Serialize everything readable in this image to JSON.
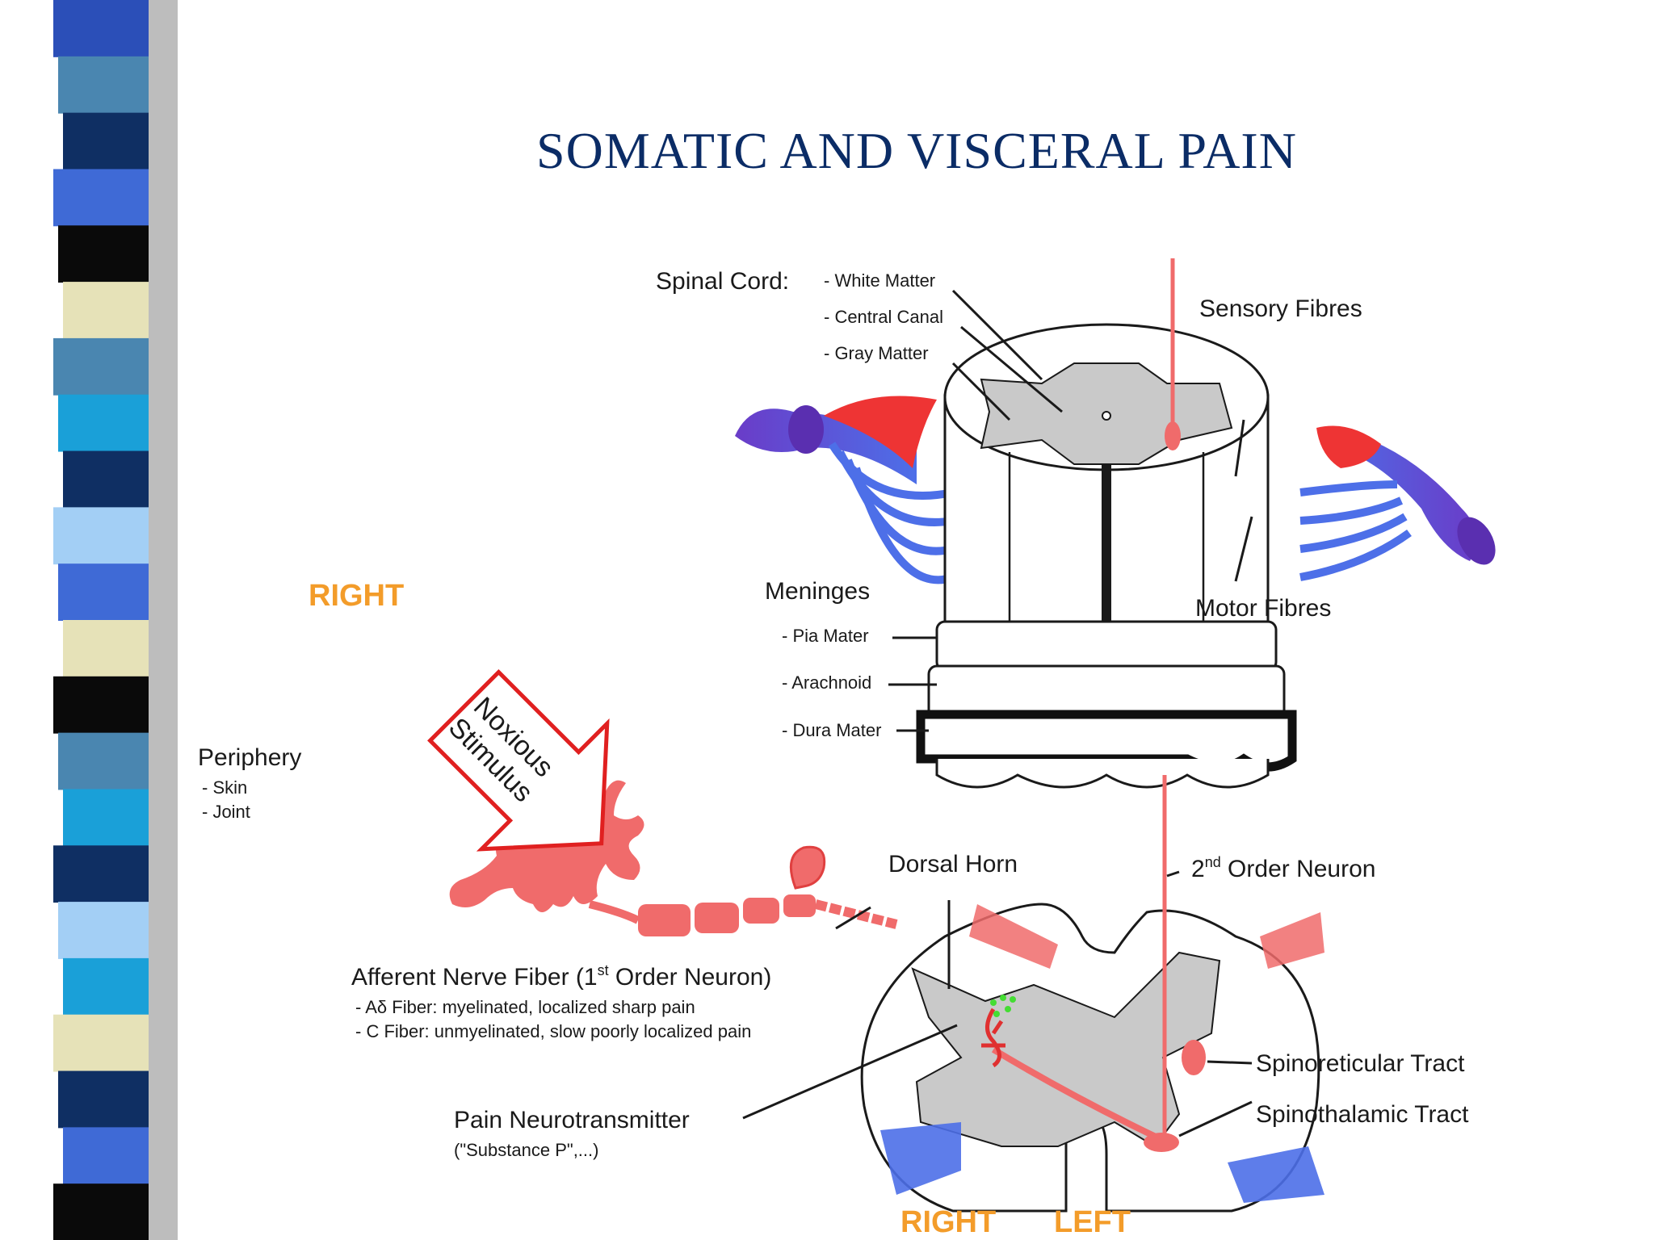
{
  "slide": {
    "title": "SOMATIC AND VISCERAL PAIN",
    "stripe_colors": [
      "#2b4fb8",
      "#4a86b0",
      "#0f2f63",
      "#3f6ad6",
      "#0a0a0a",
      "#e6e2b8",
      "#4a86b0",
      "#1aa0d8",
      "#0f2f63",
      "#a3cff5",
      "#3f6ad6",
      "#e6e2b8",
      "#0a0a0a",
      "#4a86b0",
      "#1aa0d8",
      "#0f2f63",
      "#a3cff5",
      "#1aa0d8",
      "#e6e2b8",
      "#0f2f63",
      "#3f6ad6",
      "#0a0a0a"
    ]
  },
  "diagram": {
    "spinal_cord": {
      "heading": "Spinal Cord:",
      "white_matter": "- White Matter",
      "central_canal": "- Central Canal",
      "gray_matter": "- Gray Matter"
    },
    "sensory_fibres": "Sensory Fibres",
    "motor_fibres": "Motor Fibres",
    "meninges": {
      "heading": "Meninges",
      "pia_mater": "- Pia Mater",
      "arachnoid": "- Arachnoid",
      "dura_mater": "- Dura Mater"
    },
    "right_top": "RIGHT",
    "stimulus": {
      "line1": "Noxious",
      "line2": "Stimulus"
    },
    "periphery": {
      "heading": "Periphery",
      "skin": "- Skin",
      "joint": "- Joint"
    },
    "dorsal_horn": "Dorsal Horn",
    "second_order": {
      "pre": "2",
      "sup": "nd",
      "post": " Order Neuron"
    },
    "afferent": {
      "pre": "Afferent Nerve Fiber (1",
      "sup": "st",
      "post": " Order Neuron)",
      "a_delta": "- Aδ Fiber: myelinated, localized sharp pain",
      "c_fiber": "- C Fiber: unmyelinated, slow poorly localized pain"
    },
    "neurotransmitter": {
      "heading": "Pain Neurotransmitter",
      "example": "(\"Substance P\",...)"
    },
    "spinoreticular": "Spinoreticular Tract",
    "spinothalamic": "Spinothalamic Tract",
    "bottom_right": "RIGHT",
    "bottom_left": "LEFT",
    "colors": {
      "accent_orange": "#f39c2a",
      "nerve_red": "#f06b6b",
      "motor_blue": "#4d6fe8",
      "root_purple": "#6a3cc8",
      "gray_matter": "#c9c9c9"
    }
  }
}
